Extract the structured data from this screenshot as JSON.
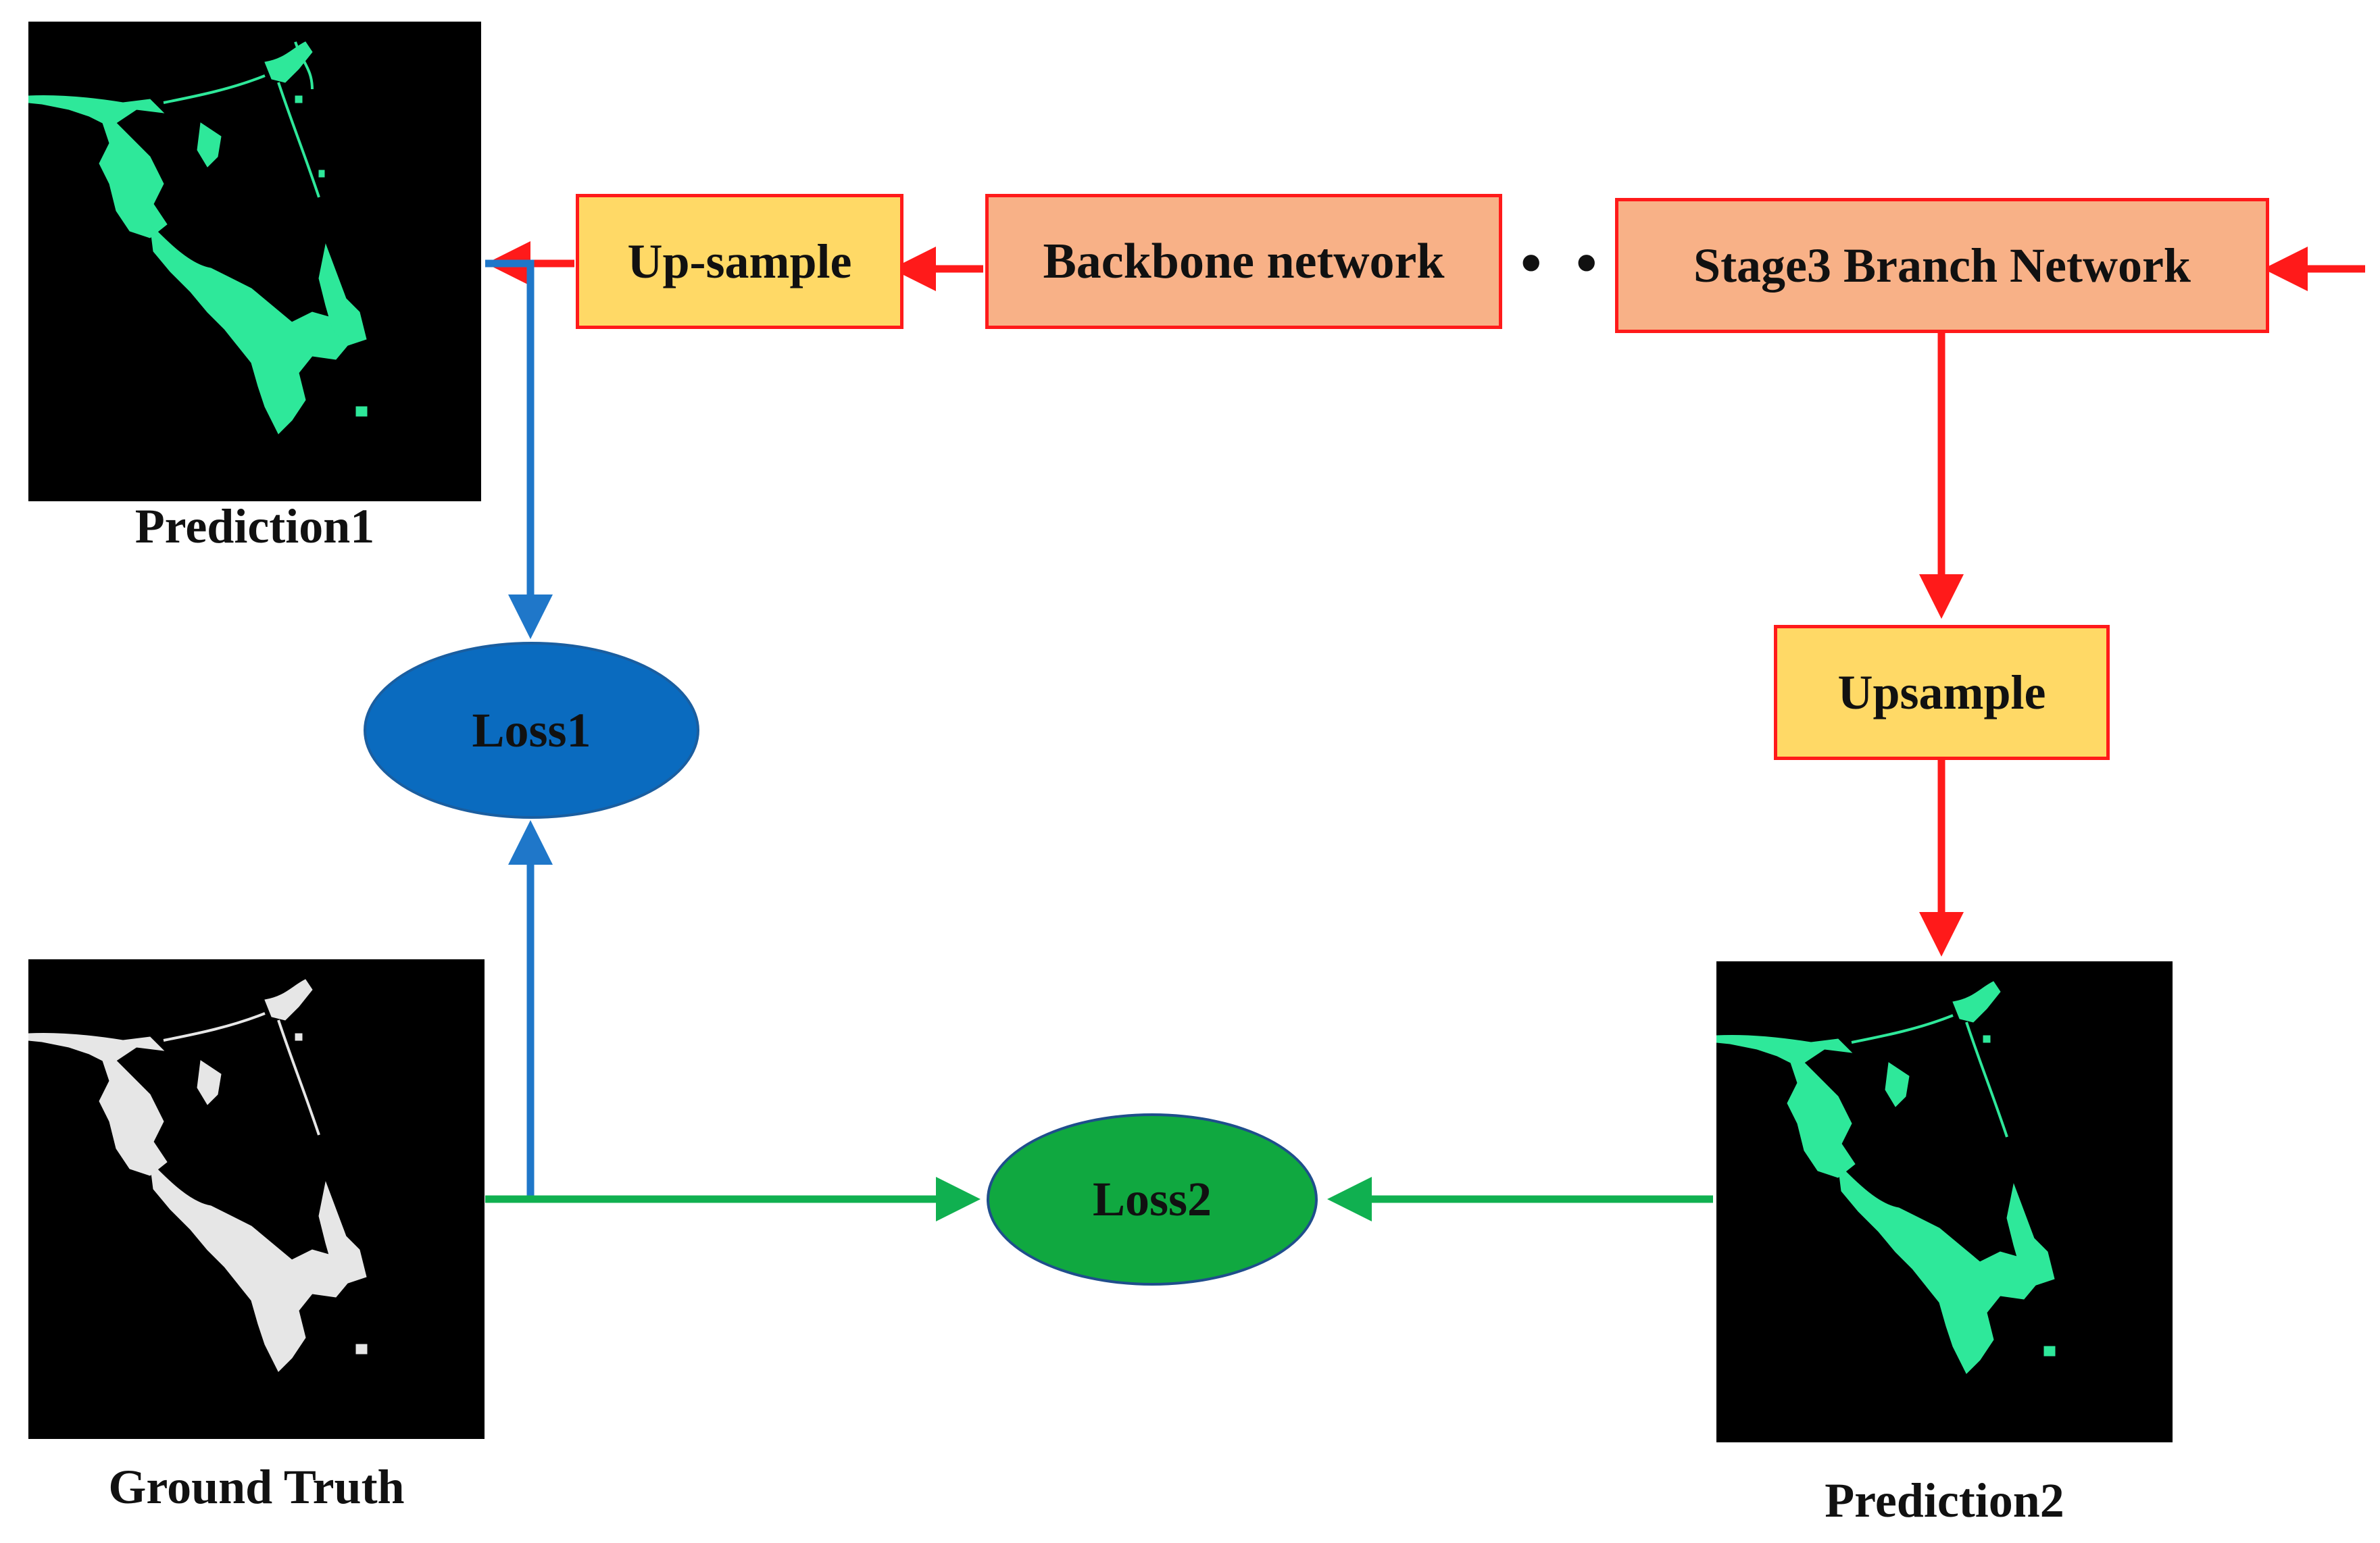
{
  "blocks": {
    "upsample1": "Up-sample",
    "backbone": "Backbone network",
    "stage3": "Stage3 Branch Network",
    "upsample2": "Upsample",
    "ellipsis": "• • •"
  },
  "losses": {
    "loss1": "Loss1",
    "loss2": "Loss2"
  },
  "captions": {
    "prediction1": "Prediction1",
    "ground_truth": "Ground Truth",
    "prediction2": "Prediction2"
  },
  "colors": {
    "flow_red": "#ff1a1a",
    "flow_blue": "#1f77c9",
    "flow_green": "#10b050",
    "block_yellow": "#ffd966",
    "block_orange": "#f8b187",
    "loss1_fill": "#0a6bbf",
    "loss2_fill": "#10a840",
    "mask_green": "#2ee89a",
    "mask_white": "#e6e6e6"
  }
}
